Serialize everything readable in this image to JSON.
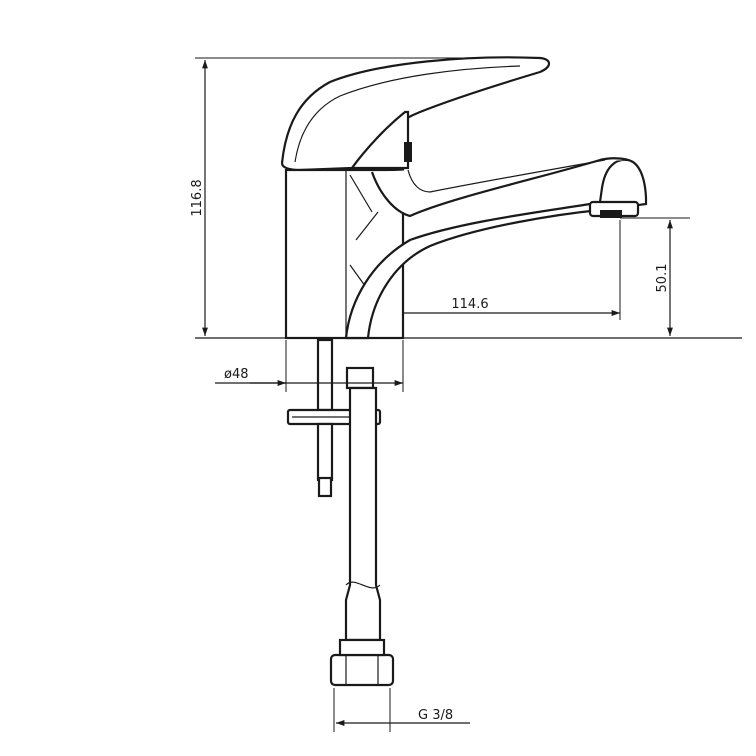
{
  "dimensions": {
    "height_total": "116.8",
    "spout_height": "50.1",
    "spout_reach": "114.6",
    "body_diameter": "ø48",
    "connection_thread": "G 3/8"
  }
}
